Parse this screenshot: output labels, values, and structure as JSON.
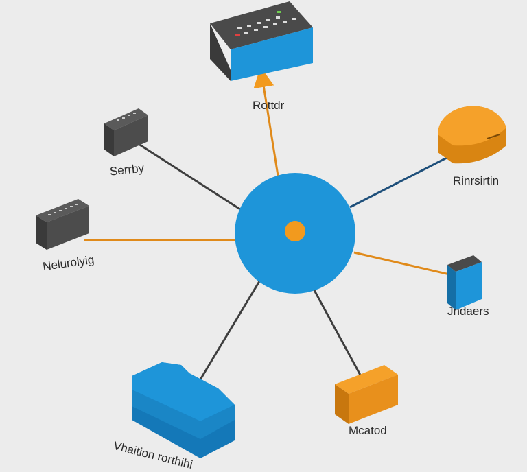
{
  "diagram": {
    "hub": {
      "color": "#1e95d9",
      "core_color": "#f29a1e"
    },
    "colors": {
      "blue": "#1e95d9",
      "orange": "#f29a1e",
      "dark": "#4a4a4a",
      "navy": "#1e4f7a"
    },
    "nodes": [
      {
        "id": "router",
        "label": "Rottdr",
        "shape": "router-icon",
        "link_color": "orange",
        "link_style": "arrow"
      },
      {
        "id": "server",
        "label": "Serrby",
        "shape": "server-icon",
        "link_color": "dark"
      },
      {
        "id": "network",
        "label": "Nelurolyig",
        "shape": "switch-icon",
        "link_color": "orange"
      },
      {
        "id": "cloud",
        "label": "Rinrsirtin",
        "shape": "cloud-icon",
        "link_color": "navy"
      },
      {
        "id": "device",
        "label": "Jndaers",
        "shape": "device-icon",
        "link_color": "orange"
      },
      {
        "id": "storage",
        "label": "Vhaition rorthihi",
        "shape": "storage-icon",
        "link_color": "dark"
      },
      {
        "id": "module",
        "label": "Mcatod",
        "shape": "module-icon",
        "link_color": "dark"
      }
    ]
  }
}
